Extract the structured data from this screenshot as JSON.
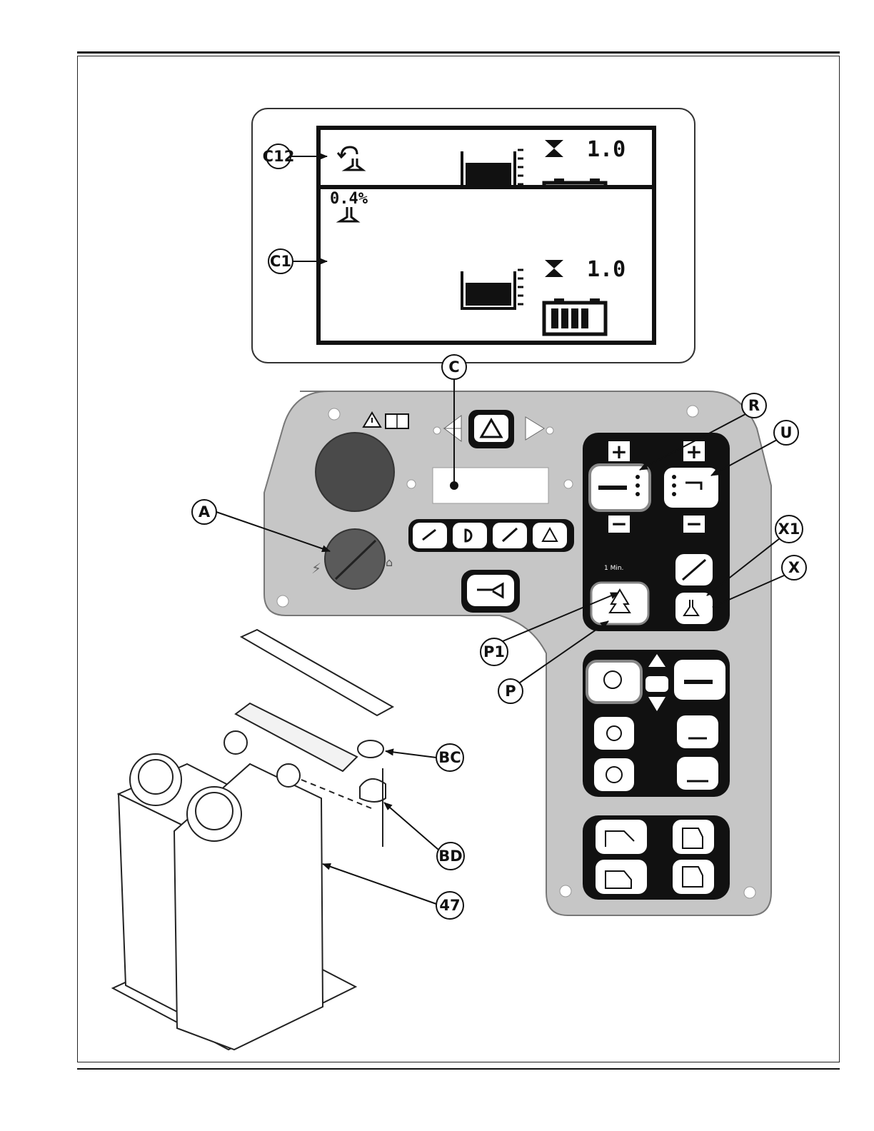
{
  "display": {
    "screen_top": {
      "callout": "C12",
      "timer_value": "1.0"
    },
    "screen_bottom": {
      "callout": "C1",
      "percent_value": "0.4%",
      "timer_value": "1.0"
    }
  },
  "callouts": {
    "display_window": "C",
    "key_switch": "A",
    "brush_pressure_key": "R",
    "water_flow_key": "U",
    "detergent_led": "P1",
    "detergent_key": "P",
    "detergent_off_led": "X1",
    "detergent_off_key": "X",
    "cap": "BC",
    "hose_fitting": "BD",
    "tank": "47"
  },
  "keypad": {
    "plus_label": "+",
    "minus_label": "−",
    "timer_label": "1 Min."
  },
  "icons": [
    "warning-triangle-icon",
    "manual-book-icon",
    "hazard-triangle-icon",
    "brush-pressure-icon",
    "water-tap-icon",
    "detergent-bottle-icon",
    "eco-mode-icon",
    "horn-icon",
    "battery-icon",
    "tank-level-icon",
    "hourglass-icon"
  ]
}
